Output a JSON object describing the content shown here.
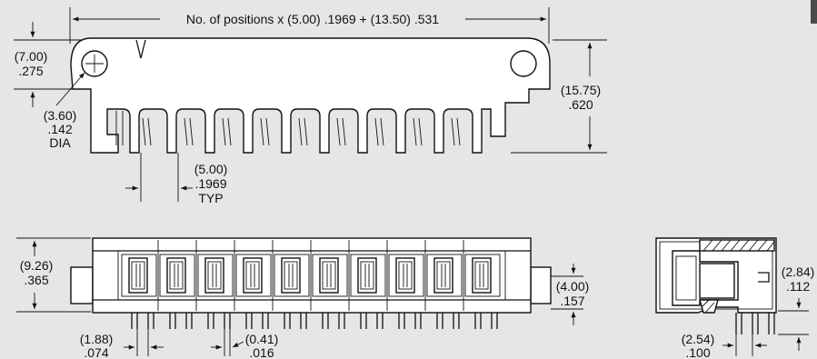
{
  "labels": {
    "overall_length": "No. of positions x (5.00) .1969 + (13.50) .531",
    "ear_height_mm": "(7.00)",
    "ear_height_in": ".275",
    "hole_dia_mm": "(3.60)",
    "hole_dia_in": ".142",
    "hole_dia_text": "DIA",
    "total_height_mm": "(15.75)",
    "total_height_in": ".620",
    "pitch_mm": "(5.00)",
    "pitch_in": ".1969",
    "pitch_text": "TYP",
    "body_height_mm": "(9.26)",
    "body_height_in": ".365",
    "standoff_mm": "(4.00)",
    "standoff_in": ".157",
    "pin_space_mm": "(1.88)",
    "pin_space_in": ".074",
    "pin_width_mm": "(0.41)",
    "pin_width_in": ".016",
    "side_height_mm": "(2.84)",
    "side_height_in": ".112",
    "side_pitch_mm": "(2.54)",
    "side_pitch_in": ".100"
  },
  "colors": {
    "background": "#e6e6e6",
    "part_fill": "#ffffff",
    "line": "#111111",
    "corner_mark": "#4a4a4a"
  }
}
